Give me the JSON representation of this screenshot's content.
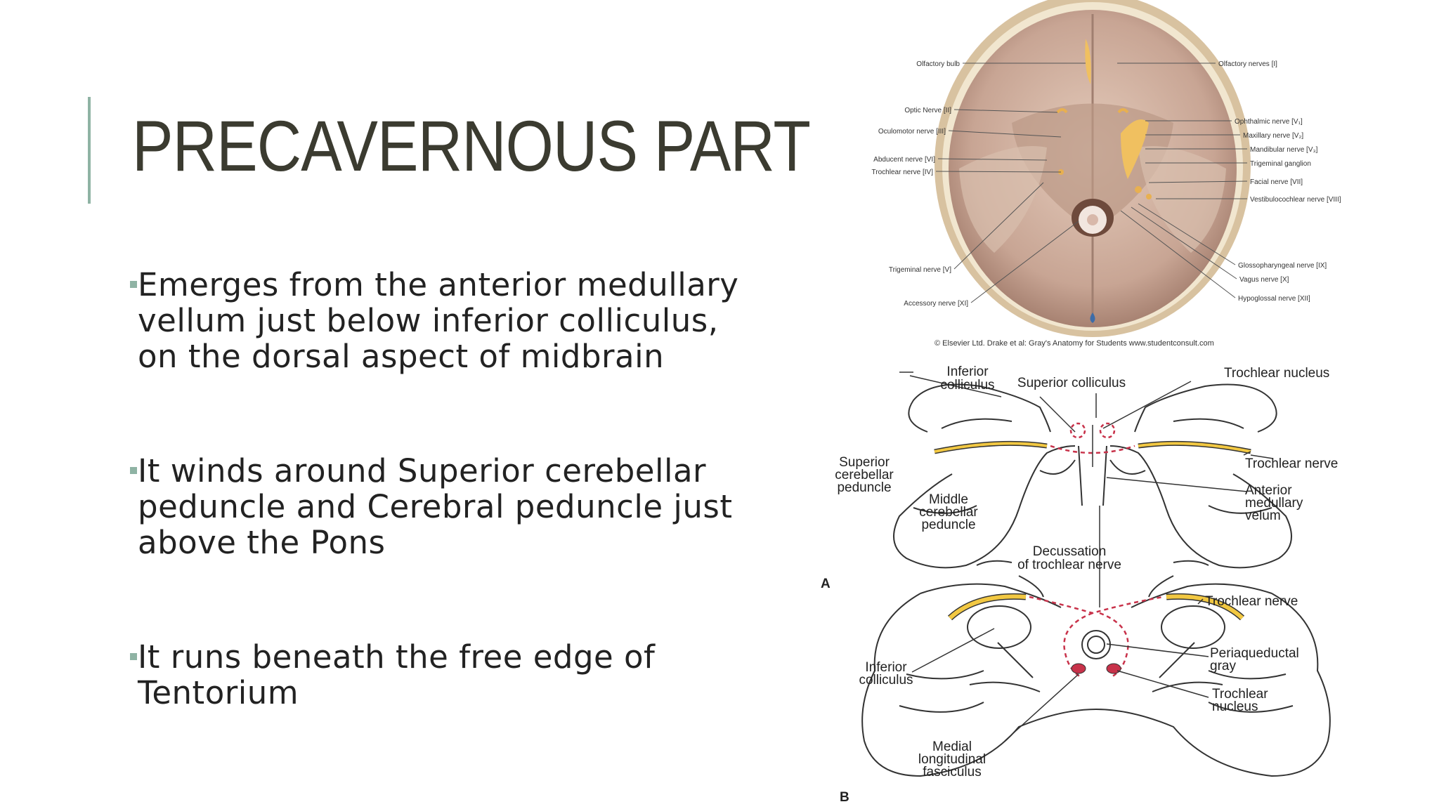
{
  "slide": {
    "title": "PRECAVERNOUS PART",
    "bullets": [
      {
        "lines": [
          "Emerges from the anterior medullary",
          "vellum just below inferior colliculus,",
          "on the dorsal aspect of midbrain"
        ]
      },
      {
        "lines": [
          "It winds around Superior cerebellar",
          "peduncle and Cerebral peduncle just",
          "above the Pons"
        ]
      },
      {
        "lines": [
          "It runs beneath the free edge of",
          "Tentorium"
        ]
      }
    ]
  },
  "figure_top": {
    "labels_left": [
      "Olfactory bulb",
      "Optic Nerve [II]",
      "Oculomotor nerve [III]",
      "Abducent nerve [VI]",
      "Trochlear nerve [IV]",
      "Trigeminal nerve [V]",
      "Accessory nerve [XI]"
    ],
    "labels_right": [
      "Olfactory nerves [I]",
      "Ophthalmic nerve [V₁]",
      "Maxillary nerve [V₂]",
      "Mandibular nerve [V₃]",
      "Trigeminal ganglion",
      "Facial nerve [VII]",
      "Vestibulocochlear nerve [VIII]",
      "Glossopharyngeal nerve [IX]",
      "Vagus nerve [X]",
      "Hypoglossal nerve [XII]"
    ],
    "credit": "© Elsevier Ltd. Drake et al: Gray's Anatomy for Students www.studentconsult.com"
  },
  "figure_bottom": {
    "panel_a": {
      "letter": "A",
      "inferior_colliculus": [
        "Inferior",
        "colliculus"
      ],
      "superior_colliculus": "Superior colliculus",
      "trochlear_nucleus": "Trochlear nucleus",
      "superior_cerebellar_peduncle": [
        "Superior",
        "cerebellar",
        "peduncle"
      ],
      "trochlear_nerve": "Trochlear nerve",
      "anterior_medullary_velum": [
        "Anterior",
        "medullary",
        "velum"
      ],
      "middle_cerebellar_peduncle": [
        "Middle",
        "cerebellar",
        "peduncle"
      ],
      "decussation": [
        "Decussation",
        "of trochlear nerve"
      ]
    },
    "panel_b": {
      "letter": "B",
      "trochlear_nerve": "Trochlear nerve",
      "periaqueductal_gray": [
        "Periaqueductal",
        "gray"
      ],
      "inferior_colliculus": [
        "Inferior",
        "colliculus"
      ],
      "trochlear_nucleus": [
        "Trochlear",
        "nucleus"
      ],
      "mlf": [
        "Medial",
        "longitudinal",
        "fasciculus"
      ]
    }
  }
}
